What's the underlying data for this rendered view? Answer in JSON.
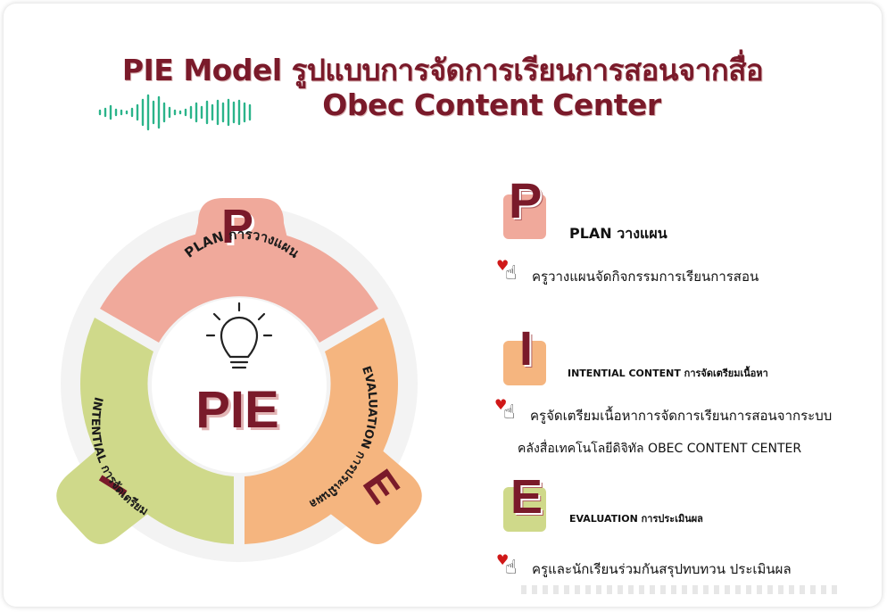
{
  "title": {
    "line1": "PIE Model รูปแบบการจัดการเรียนการสอนจากสื่อ",
    "line2": "Obec Content Center"
  },
  "diagram": {
    "center_label": "PIE",
    "segments": [
      {
        "letter": "P",
        "label": "PLAN การวางแผน",
        "color": "#f0a99b"
      },
      {
        "letter": "I",
        "label": "INTENTIAL การจัดเตรียม",
        "color": "#cfd98a"
      },
      {
        "letter": "E",
        "label": "EVALUATION การประเมินผล",
        "color": "#f5b57f"
      }
    ]
  },
  "steps": [
    {
      "letter": "P",
      "badge_color": "#f0a99b",
      "heading": "PLAN วางแผน",
      "lines": [
        "ครูวางแผนจัดกิจกรรมการเรียนการสอน"
      ]
    },
    {
      "letter": "I",
      "badge_color": "#f5b57f",
      "heading": "INTENTIAL CONTENT การจัดเตรียมเนื้อหา",
      "lines": [
        "ครูจัดเตรียมเนื้อหาการจัดการเรียนการสอนจากระบบ",
        "คลังสื่อเทคโนโลยีดิจิทัล OBEC CONTENT CENTER"
      ]
    },
    {
      "letter": "E",
      "badge_color": "#cfd98a",
      "heading": "EVALUATION การประเมินผล",
      "lines": [
        "ครูและนักเรียนร่วมกันสรุปทบทวน ประเมินผล"
      ]
    }
  ],
  "icons": {
    "bulb": "lightbulb-icon",
    "wave": "sound-wave-icon",
    "heart": "heart-icon",
    "hand": "pointing-hand-icon"
  },
  "colors": {
    "title": "#7a1a2a",
    "wave": "#2bb48a"
  }
}
